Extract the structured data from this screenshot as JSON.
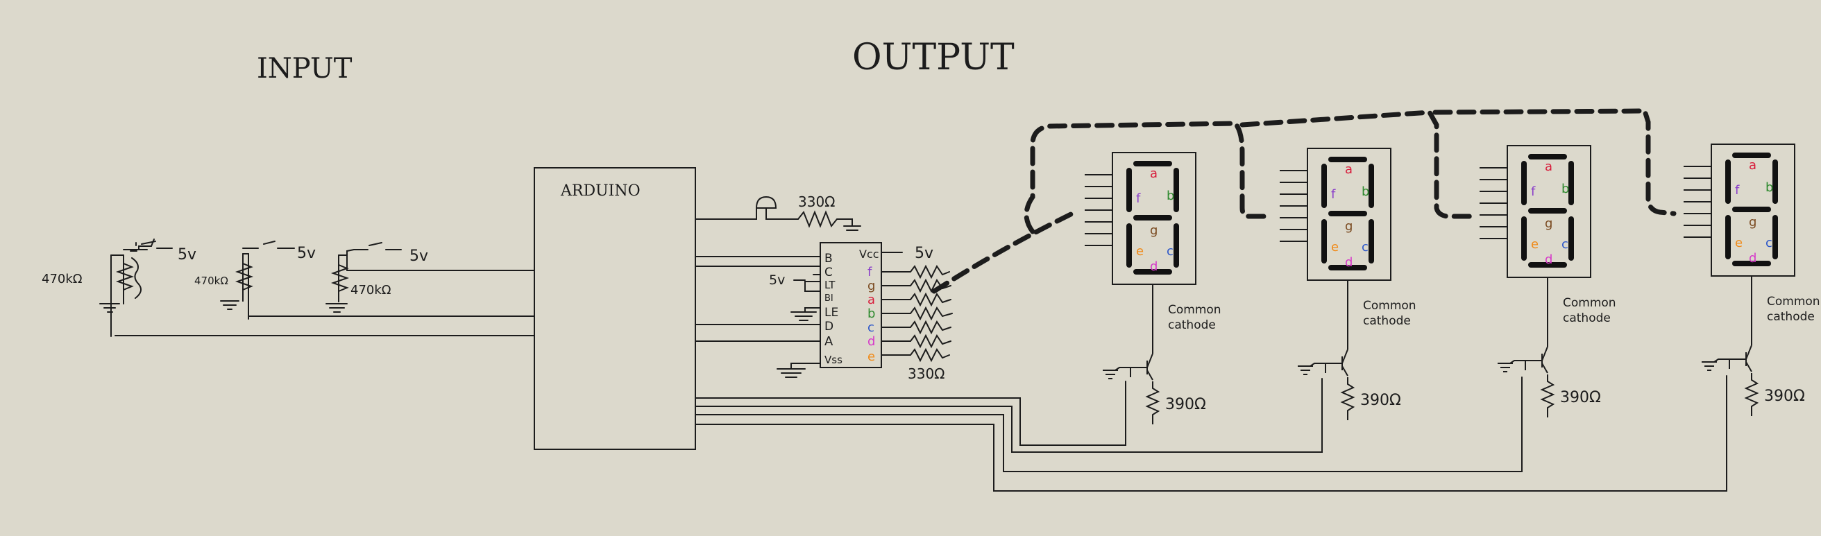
{
  "headings": {
    "input": "INPUT",
    "output": "OUTPUT"
  },
  "arduino": {
    "label": "ARDUINO"
  },
  "inputs": {
    "resistors": [
      "470kΩ",
      "470kΩ",
      "470kΩ"
    ],
    "supplies": [
      "5v",
      "5v",
      "5v"
    ]
  },
  "decoder": {
    "top_resistor": "330Ω",
    "bottom_resistor": "330Ω",
    "supply_left": "5v",
    "supply_right": "5v",
    "left_pins": [
      "B",
      "C",
      "LT",
      "BI",
      "LE",
      "D",
      "A",
      "Vss"
    ],
    "right_pins": [
      "Vcc",
      "f",
      "g",
      "a",
      "b",
      "c",
      "d",
      "e"
    ]
  },
  "displays": [
    {
      "label_line1": "Common",
      "label_line2": "cathode",
      "resistor": "390Ω"
    },
    {
      "label_line1": "Common",
      "label_line2": "cathode",
      "resistor": "390Ω"
    },
    {
      "label_line1": "Common",
      "label_line2": "cathode",
      "resistor": "390Ω"
    },
    {
      "label_line1": "Common",
      "label_line2": "cathode",
      "resistor": "390Ω"
    }
  ],
  "segment_letters": [
    "a",
    "b",
    "c",
    "d",
    "e",
    "f",
    "g"
  ],
  "colors": {
    "background": "#dcd9cc",
    "ink": "#1c1c1c",
    "seg_a": "#d81b3a",
    "seg_b": "#2f8a2f",
    "seg_c": "#2b56c9",
    "seg_d": "#d63ac9",
    "seg_e": "#f08a18",
    "seg_f": "#8a3fc9",
    "seg_g": "#7a4a20"
  }
}
